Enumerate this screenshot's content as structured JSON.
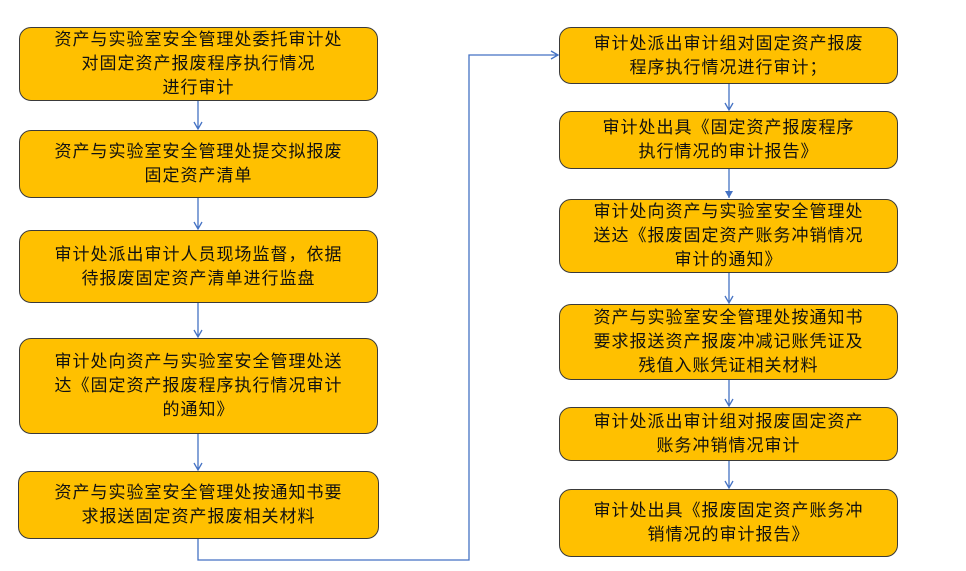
{
  "colors": {
    "box_fill": "#FFC000",
    "connector": "#4472C4"
  },
  "left_steps": [
    {
      "lines": [
        "资产与实验室安全管理处委托审计处",
        "对固定资产报废程序执行情况",
        "进行审计"
      ]
    },
    {
      "lines": [
        "资产与实验室安全管理处提交拟报废",
        "固定资产清单"
      ]
    },
    {
      "lines": [
        "审计处派出审计人员现场监督，依据",
        "待报废固定资产清单进行监盘"
      ]
    },
    {
      "lines": [
        "审计处向资产与实验室安全管理处送",
        "达《固定资产报废程序执行情况审计",
        "的通知》"
      ]
    },
    {
      "lines": [
        "资产与实验室安全管理处按通知书要",
        "求报送固定资产报废相关材料"
      ]
    }
  ],
  "right_steps": [
    {
      "lines": [
        "审计处派出审计组对固定资产报废",
        "程序执行情况进行审计；"
      ]
    },
    {
      "lines": [
        "审计处出具《固定资产报废程序",
        "执行情况的审计报告》"
      ]
    },
    {
      "lines": [
        "审计处向资产与实验室安全管理处",
        "送达《报废固定资产账务冲销情况",
        "审计的通知》"
      ]
    },
    {
      "lines": [
        "资产与实验室安全管理处按通知书",
        "要求报送资产报废冲减记账凭证及",
        "残值入账凭证相关材料"
      ]
    },
    {
      "lines": [
        "审计处派出审计组对报废固定资产",
        "账务冲销情况审计"
      ]
    },
    {
      "lines": [
        "审计处出具《报废固定资产账务冲",
        "销情况的审计报告》"
      ]
    }
  ]
}
